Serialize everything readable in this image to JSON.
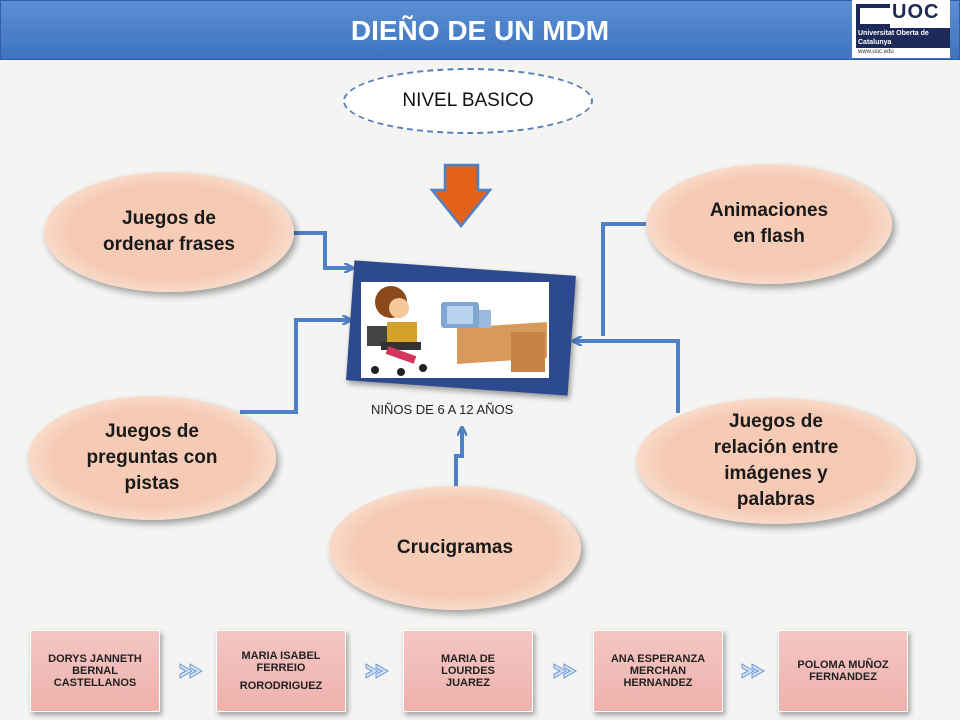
{
  "header": {
    "title": "DIEÑO DE UN MDM"
  },
  "logo": {
    "name": "UOC",
    "subtitle": "Universitat Oberta de Catalunya",
    "url": "www.uoc.edu"
  },
  "level": "NIVEL BASICO",
  "center": {
    "caption": "NIÑOS DE 6 A 12 AÑOS",
    "image": "child-at-computer-illustration"
  },
  "activities": {
    "ordenar": [
      "Juegos de",
      "ordenar frases"
    ],
    "preguntas": [
      "Juegos de",
      "preguntas con",
      "pistas"
    ],
    "crucigramas": [
      "Crucigramas"
    ],
    "animaciones": [
      "Animaciones",
      "en flash"
    ],
    "relacion": [
      "Juegos de",
      "relación entre",
      "imágenes y",
      "palabras"
    ]
  },
  "authors": [
    [
      "DORYS JANNETH",
      "BERNAL",
      "CASTELLANOS"
    ],
    [
      "MARIA ISABEL",
      "FERREIO",
      "RORODRIGUEZ"
    ],
    [
      "MARIA DE",
      "LOURDES",
      "JUAREZ"
    ],
    [
      "ANA ESPERANZA",
      "MERCHAN",
      "HERNANDEZ"
    ],
    [
      "POLOMA MUÑOZ",
      "FERNANDEZ"
    ]
  ],
  "colors": {
    "header": "#4a80cb",
    "connector": "#4f7fc4",
    "arrow": "#e2621a",
    "oval": "#f5c9b3",
    "name_box": "#f0b8b4"
  }
}
